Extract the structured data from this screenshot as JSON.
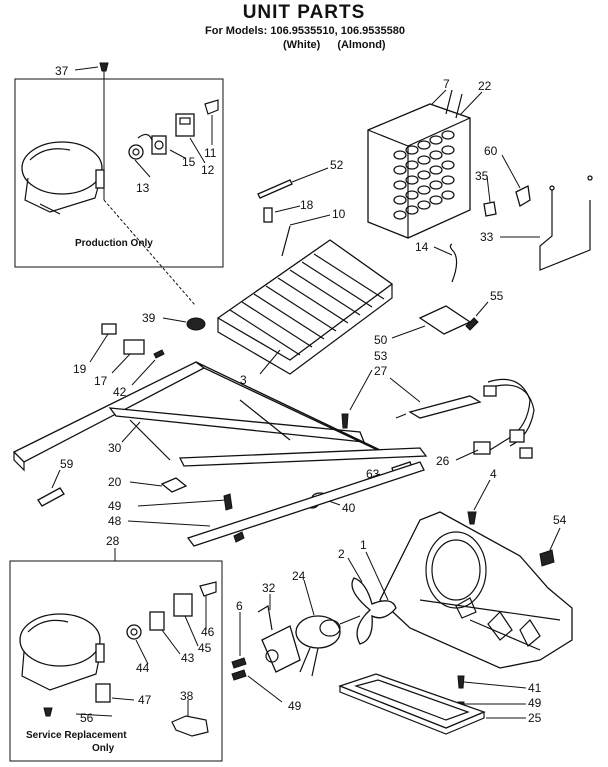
{
  "title": "UNIT PARTS",
  "models_line": "For Models: 106.9535510, 106.9535580",
  "variants": [
    "(White)",
    "(Almond)"
  ],
  "box_top_caption": "Production Only",
  "box_bottom_caption_1": "Service Replacement",
  "box_bottom_caption_2": "Only",
  "labels": {
    "p37": "37",
    "p7": "7",
    "p22": "22",
    "p11": "11",
    "p12": "12",
    "p15": "15",
    "p13": "13",
    "p52": "52",
    "p60": "60",
    "p35": "35",
    "p18": "18",
    "p10": "10",
    "p14": "14",
    "p33": "33",
    "p39": "39",
    "p55": "55",
    "p50": "50",
    "p53": "53",
    "p27": "27",
    "p19": "19",
    "p17": "17",
    "p42": "42",
    "p3": "3",
    "p30": "30",
    "p20": "20",
    "p59": "59",
    "p26": "26",
    "p63": "63",
    "p4": "4",
    "p49a": "49",
    "p48": "48",
    "p40": "40",
    "p54": "54",
    "p28": "28",
    "p2": "2",
    "p1": "1",
    "p24": "24",
    "p32": "32",
    "p6": "6",
    "p46": "46",
    "p43": "43",
    "p45": "45",
    "p44": "44",
    "p47": "47",
    "p38": "38",
    "p56": "56",
    "p49b": "49",
    "p41": "41",
    "p49c": "49",
    "p25": "25"
  }
}
